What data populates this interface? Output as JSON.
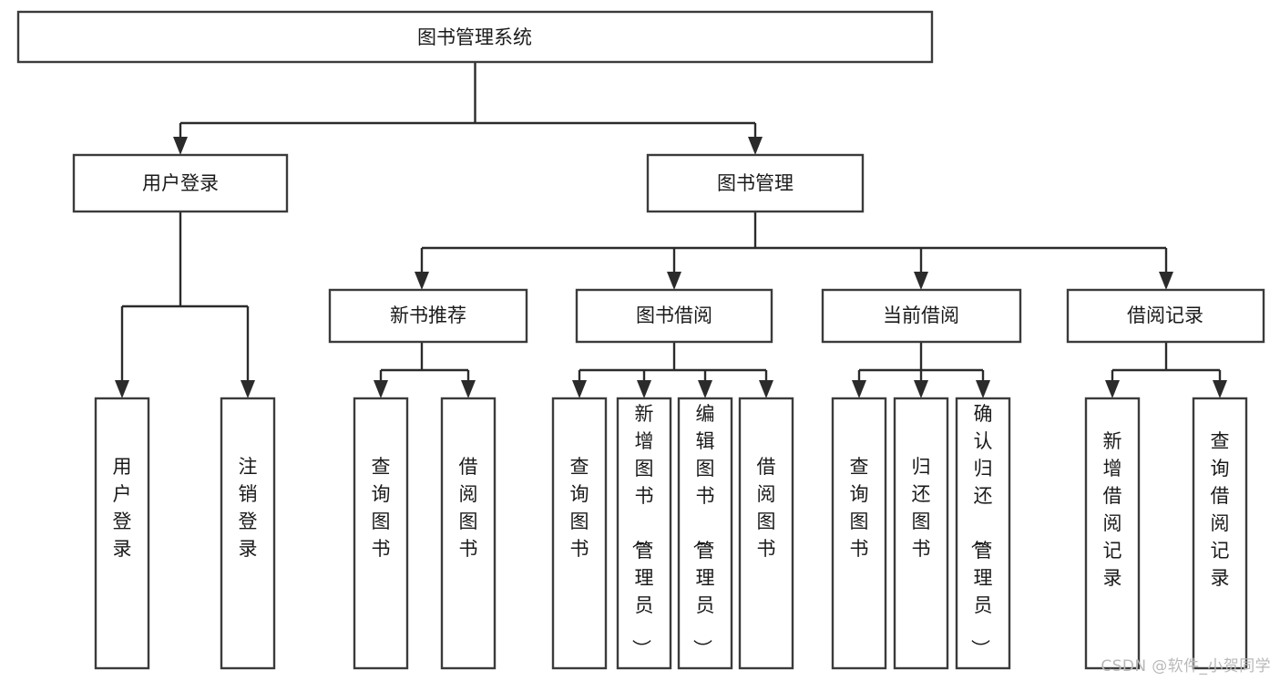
{
  "diagram": {
    "type": "tree",
    "title": "图书管理系统",
    "watermark": "CSDN @软件_小贺同学",
    "colors": {
      "box_stroke": "#3b3b3b",
      "connector": "#2b2b2b",
      "background": "#ffffff",
      "text": "#1a1a1a",
      "watermark": "#b9b9b9"
    },
    "levels": {
      "root": "图书管理系统",
      "level1": [
        "用户登录",
        "图书管理"
      ],
      "level2": [
        "新书推荐",
        "图书借阅",
        "当前借阅",
        "借阅记录"
      ],
      "leaves": [
        "用户登录",
        "注销登录",
        "查询图书",
        "借阅图书",
        "查询图书",
        "新增图书（管理员）",
        "编辑图书（管理员）",
        "借阅图书",
        "查询图书",
        "归还图书",
        "确认归还（管理员）",
        "新增借阅记录",
        "查询借阅记录"
      ]
    },
    "nodes": {
      "root": {
        "label": "图书管理系统"
      },
      "user_login": {
        "label": "用户登录"
      },
      "book_manage": {
        "label": "图书管理"
      },
      "new_book_rec": {
        "label": "新书推荐"
      },
      "book_borrow": {
        "label": "图书借阅"
      },
      "current_borrow": {
        "label": "当前借阅"
      },
      "borrow_record": {
        "label": "借阅记录"
      },
      "leaf_user_login": {
        "label": "用户登录"
      },
      "leaf_logout": {
        "label": "注销登录"
      },
      "leaf_query_book_1": {
        "label": "查询图书"
      },
      "leaf_borrow_book_1": {
        "label": "借阅图书"
      },
      "leaf_query_book_2": {
        "label": "查询图书"
      },
      "leaf_add_book": {
        "label": "新增图书（管理员）"
      },
      "leaf_edit_book": {
        "label": "编辑图书（管理员）"
      },
      "leaf_borrow_book_2": {
        "label": "借阅图书"
      },
      "leaf_query_book_3": {
        "label": "查询图书"
      },
      "leaf_return_book": {
        "label": "归还图书"
      },
      "leaf_confirm_return": {
        "label": "确认归还（管理员）"
      },
      "leaf_add_record": {
        "label": "新增借阅记录"
      },
      "leaf_query_record": {
        "label": "查询借阅记录"
      }
    },
    "edges": [
      {
        "from": "root",
        "to": "user_login"
      },
      {
        "from": "root",
        "to": "book_manage"
      },
      {
        "from": "user_login",
        "to": "leaf_user_login"
      },
      {
        "from": "user_login",
        "to": "leaf_logout"
      },
      {
        "from": "book_manage",
        "to": "new_book_rec"
      },
      {
        "from": "book_manage",
        "to": "book_borrow"
      },
      {
        "from": "book_manage",
        "to": "current_borrow"
      },
      {
        "from": "book_manage",
        "to": "borrow_record"
      },
      {
        "from": "new_book_rec",
        "to": "leaf_query_book_1"
      },
      {
        "from": "new_book_rec",
        "to": "leaf_borrow_book_1"
      },
      {
        "from": "book_borrow",
        "to": "leaf_query_book_2"
      },
      {
        "from": "book_borrow",
        "to": "leaf_add_book"
      },
      {
        "from": "book_borrow",
        "to": "leaf_edit_book"
      },
      {
        "from": "book_borrow",
        "to": "leaf_borrow_book_2"
      },
      {
        "from": "current_borrow",
        "to": "leaf_query_book_3"
      },
      {
        "from": "current_borrow",
        "to": "leaf_return_book"
      },
      {
        "from": "current_borrow",
        "to": "leaf_confirm_return"
      },
      {
        "from": "borrow_record",
        "to": "leaf_add_record"
      },
      {
        "from": "borrow_record",
        "to": "leaf_query_record"
      }
    ]
  }
}
